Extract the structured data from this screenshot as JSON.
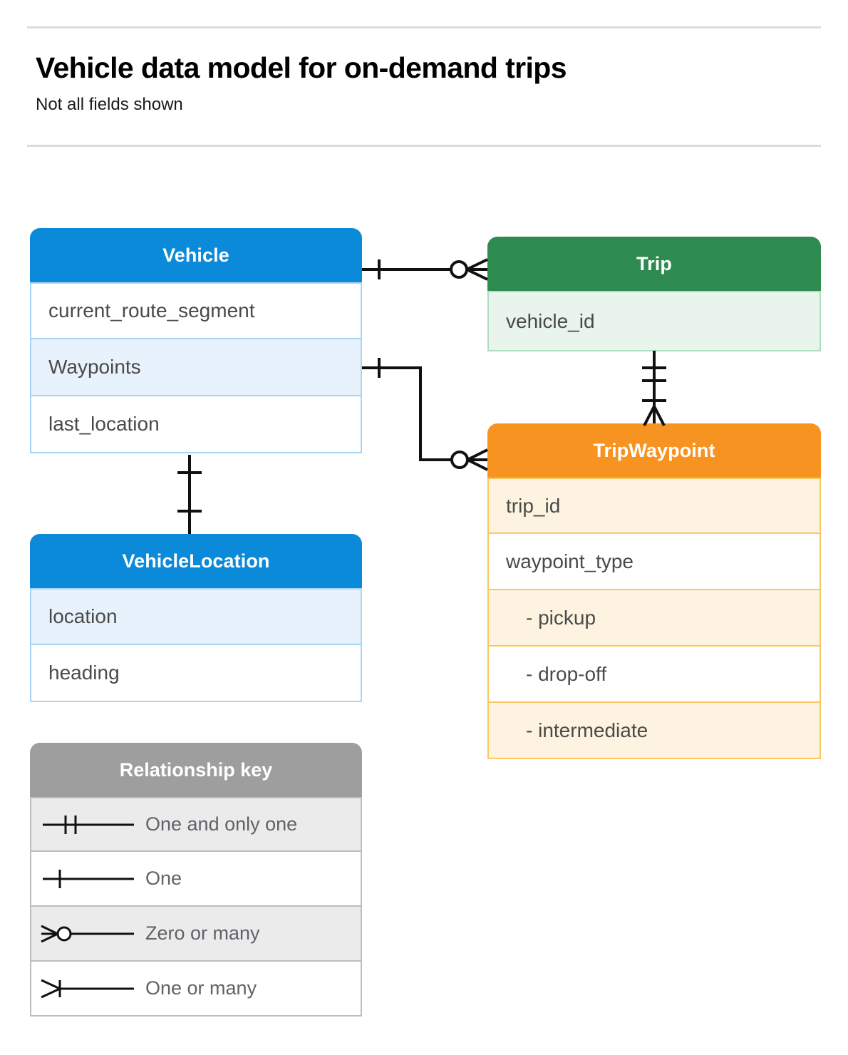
{
  "header": {
    "title": "Vehicle data model for on-demand trips",
    "subtitle": "Not all fields shown"
  },
  "entities": [
    {
      "id": "vehicle",
      "name": "Vehicle",
      "color": "#0b8ada",
      "fields": [
        "current_route_segment",
        "Waypoints",
        "last_location"
      ]
    },
    {
      "id": "vehicle_location",
      "name": "VehicleLocation",
      "color": "#0b8ada",
      "fields": [
        "location",
        "heading"
      ]
    },
    {
      "id": "trip",
      "name": "Trip",
      "color": "#2e8b4f",
      "fields": [
        "vehicle_id"
      ]
    },
    {
      "id": "trip_waypoint",
      "name": "TripWaypoint",
      "color": "#f79421",
      "fields": [
        "trip_id",
        "waypoint_type",
        "-  pickup",
        "-  drop-off",
        "-  intermediate"
      ]
    }
  ],
  "legend": {
    "title": "Relationship key",
    "items": [
      {
        "symbol": "one-and-only-one-symbol",
        "label": "One and only one"
      },
      {
        "symbol": "one-symbol",
        "label": "One"
      },
      {
        "symbol": "zero-or-many-symbol",
        "label": "Zero or many"
      },
      {
        "symbol": "one-or-many-symbol",
        "label": "One or many"
      }
    ]
  },
  "relationships": [
    {
      "from": "Vehicle",
      "to": "Trip",
      "from_cardinality": "One",
      "to_cardinality": "Zero or many"
    },
    {
      "from": "Vehicle.Waypoints",
      "to": "TripWaypoint",
      "from_cardinality": "One",
      "to_cardinality": "Zero or many"
    },
    {
      "from": "Vehicle",
      "to": "VehicleLocation",
      "from_cardinality": "One",
      "to_cardinality": "One"
    },
    {
      "from": "Trip",
      "to": "TripWaypoint",
      "from_cardinality": "One and only one",
      "to_cardinality": "One or many"
    }
  ]
}
